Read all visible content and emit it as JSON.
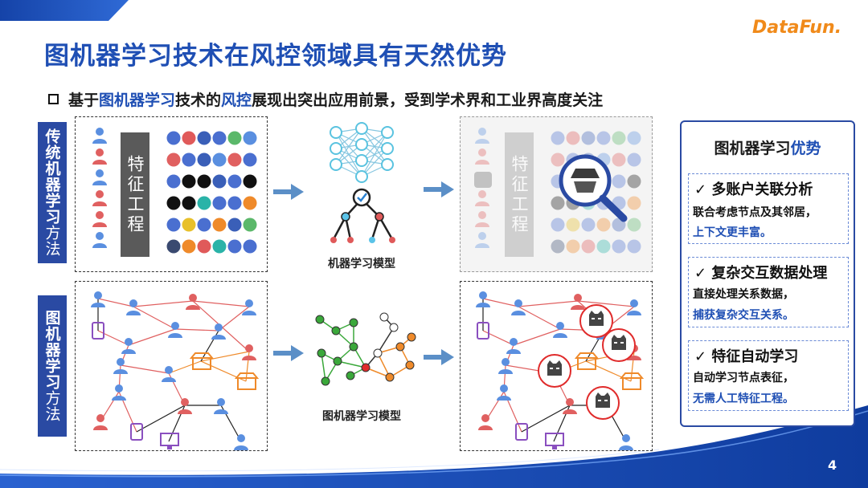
{
  "title": "图机器学习技术在风控领域具有天然优势",
  "subtitle": {
    "prefix": "基于",
    "hl1": "图机器学习",
    "mid": "技术的",
    "hl2": "风控",
    "suffix": "展现出突出应用前景，受到学术界和工业界高度关注"
  },
  "logo": "DataFun.",
  "left_labels": {
    "traditional_bold": "传统机器学习",
    "traditional_light": "方法",
    "graph_bold": "图机器学习",
    "graph_light": "方法"
  },
  "feature_engineering": "特征工程",
  "models": {
    "ml_model": "机器学习模型",
    "gml_model": "图机器学习模型"
  },
  "advantages": {
    "title_prefix": "图机器学习",
    "title_hl": "优势",
    "items": [
      {
        "check": "✓",
        "heading": "多账户关联分析",
        "line1": "联合考虑节点及其邻居，",
        "line2": "上下文更丰富。"
      },
      {
        "check": "✓",
        "heading": "复杂交互数据处理",
        "line1": "直接处理关系数据，",
        "line2": "捕获复杂交互关系。"
      },
      {
        "check": "✓",
        "heading": "特征自动学习",
        "line1": "自动学习节点表征，",
        "line2": "无需人工特征工程。"
      }
    ]
  },
  "page_number": "4",
  "colors": {
    "brand_blue": "#1f4fb4",
    "label_blue": "#2a4aa3",
    "arrow": "#5b8fc7",
    "risk_red": "#e02b2b",
    "logo_orange": "#f08a1a"
  },
  "icons": [
    "user-icon",
    "phone-icon",
    "computer-icon",
    "shop-icon",
    "fraud-face-icon",
    "magnifier-icon",
    "arrow-right-icon",
    "checkmark-icon"
  ]
}
